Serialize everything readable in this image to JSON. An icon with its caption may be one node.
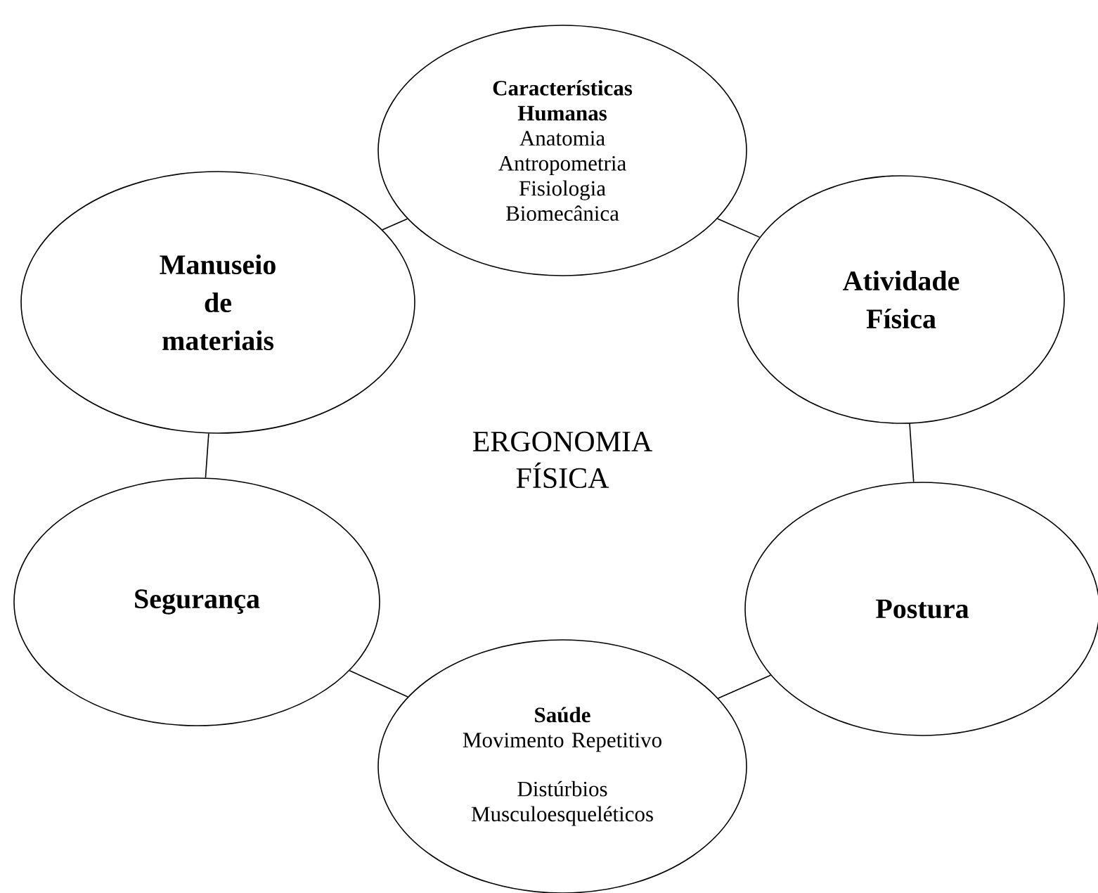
{
  "diagram": {
    "nodes": [
      {
        "text": [
          "Características Humanas",
          "Anatomia",
          "Antropometria",
          "Fisiologia",
          "Biomecânica"
        ]
      },
      {
        "text": [
          "Manuseio de materiais"
        ]
      },
      {
        "text": [
          "Atividade Física"
        ]
      },
      {
        "text": [
          "Segurança"
        ]
      },
      {
        "text": [
          "Postura"
        ]
      },
      {
        "text": [
          "Saúde",
          "Movimento Repetitivo",
          "Distúrbios Musculoesqueléticos"
        ]
      }
    ],
    "edges": [
      {
        "from": 1,
        "to": 0,
        "arrow": "none"
      },
      {
        "from": 0,
        "to": 2,
        "arrow": "none"
      },
      {
        "from": 1,
        "to": 3,
        "arrow": "none"
      },
      {
        "from": 2,
        "to": 4,
        "arrow": "none"
      },
      {
        "from": 3,
        "to": 5,
        "arrow": "none"
      },
      {
        "from": 5,
        "to": 4,
        "arrow": "none"
      }
    ],
    "labels": [
      "ERGONOMIA FÍSICA"
    ]
  }
}
